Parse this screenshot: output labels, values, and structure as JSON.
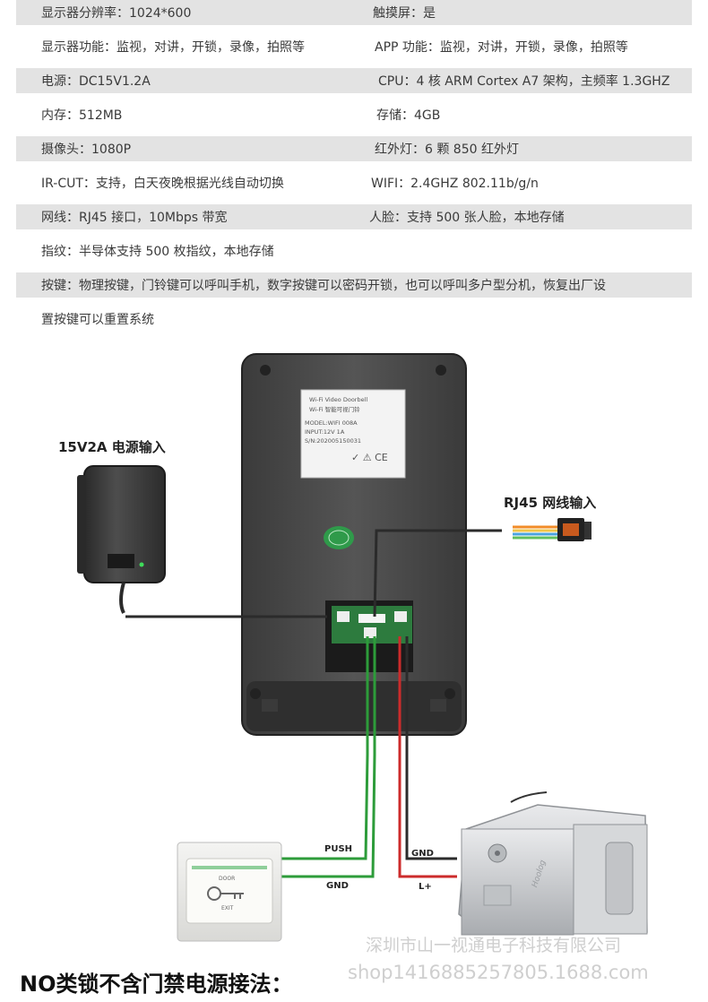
{
  "specs": [
    {
      "left": "显示器分辨率：1024*600",
      "right": "触摸屏：是"
    },
    {
      "left": "显示器功能：监视，对讲，开锁，录像，拍照等",
      "right": "APP 功能：监视，对讲，开锁，录像，拍照等"
    },
    {
      "left": "电源：DC15V1.2A",
      "right": "CPU：4 核 ARM Cortex A7 架构，主频率 1.3GHZ"
    },
    {
      "left": "内存：512MB",
      "right": "存储：4GB"
    },
    {
      "left": "摄像头：1080P",
      "right": "红外灯：6 颗 850 红外灯"
    },
    {
      "left": "IR-CUT：支持，白天夜晚根据光线自动切换",
      "right": "WIFI：2.4GHZ 802.11b/g/n"
    },
    {
      "left": "网线：RJ45 接口，10Mbps 带宽",
      "right": "人脸：支持 500 张人脸，本地存储"
    },
    {
      "left": "指纹：半导体支持 500 枚指纹，本地存储",
      "right": ""
    },
    {
      "left": "按键：物理按键，门铃键可以呼叫手机，数字按键可以密码开锁，也可以呼叫多户型分机，恢复出厂设",
      "right": ""
    },
    {
      "left": "置按键可以重置系统",
      "right": ""
    }
  ],
  "diagram": {
    "power_label": "15V2A 电源输入",
    "rj45_label": "RJ45 网线输入",
    "sticker": {
      "line1": "Wi-Fi  Video Doorbell",
      "line2": "Wi-Fi 智能可视门铃",
      "line3": "MODEL:WIFI 008A",
      "line4": "INPUT:12V 1A",
      "line5": "S/N:202005150031"
    },
    "wires": {
      "push": "PUSH",
      "gnd_button": "GND",
      "gnd_lock": "GND",
      "lplus": "L+"
    },
    "exit_button": {
      "top": "DOOR",
      "bottom": "EXIT"
    },
    "lock_brand": "Hoolog"
  },
  "watermark": {
    "company": "深圳市山一视通电子科技有限公司",
    "shop": "shop1416885257805.1688.com"
  },
  "footer_title": "NO类锁不含门禁电源接法："
}
